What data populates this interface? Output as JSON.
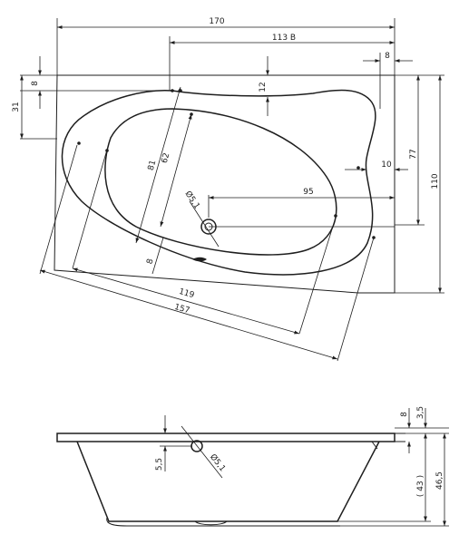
{
  "top_view": {
    "width_label": "170",
    "inner_width_label": "113 B",
    "top_margin_label": "8",
    "left_margin_label": "8",
    "left_height_label": "31",
    "neck_label": "12",
    "depth_label": "77",
    "total_depth_label": "110",
    "rim_label": "10",
    "drain_offset_label": "95",
    "drain_dia_label": "Ø5,1",
    "length_outer_label": "81",
    "length_inner_label": "62",
    "edge_label": "8",
    "diag_inner_label": "119",
    "diag_outer_label": "157"
  },
  "side_view": {
    "rim_label": "8",
    "top_label": "3,5",
    "drain_height_label": "5,5",
    "drain_dia_label": "Ø5,1",
    "inner_depth_label": "( 43 )",
    "total_height_label": "46,5"
  }
}
